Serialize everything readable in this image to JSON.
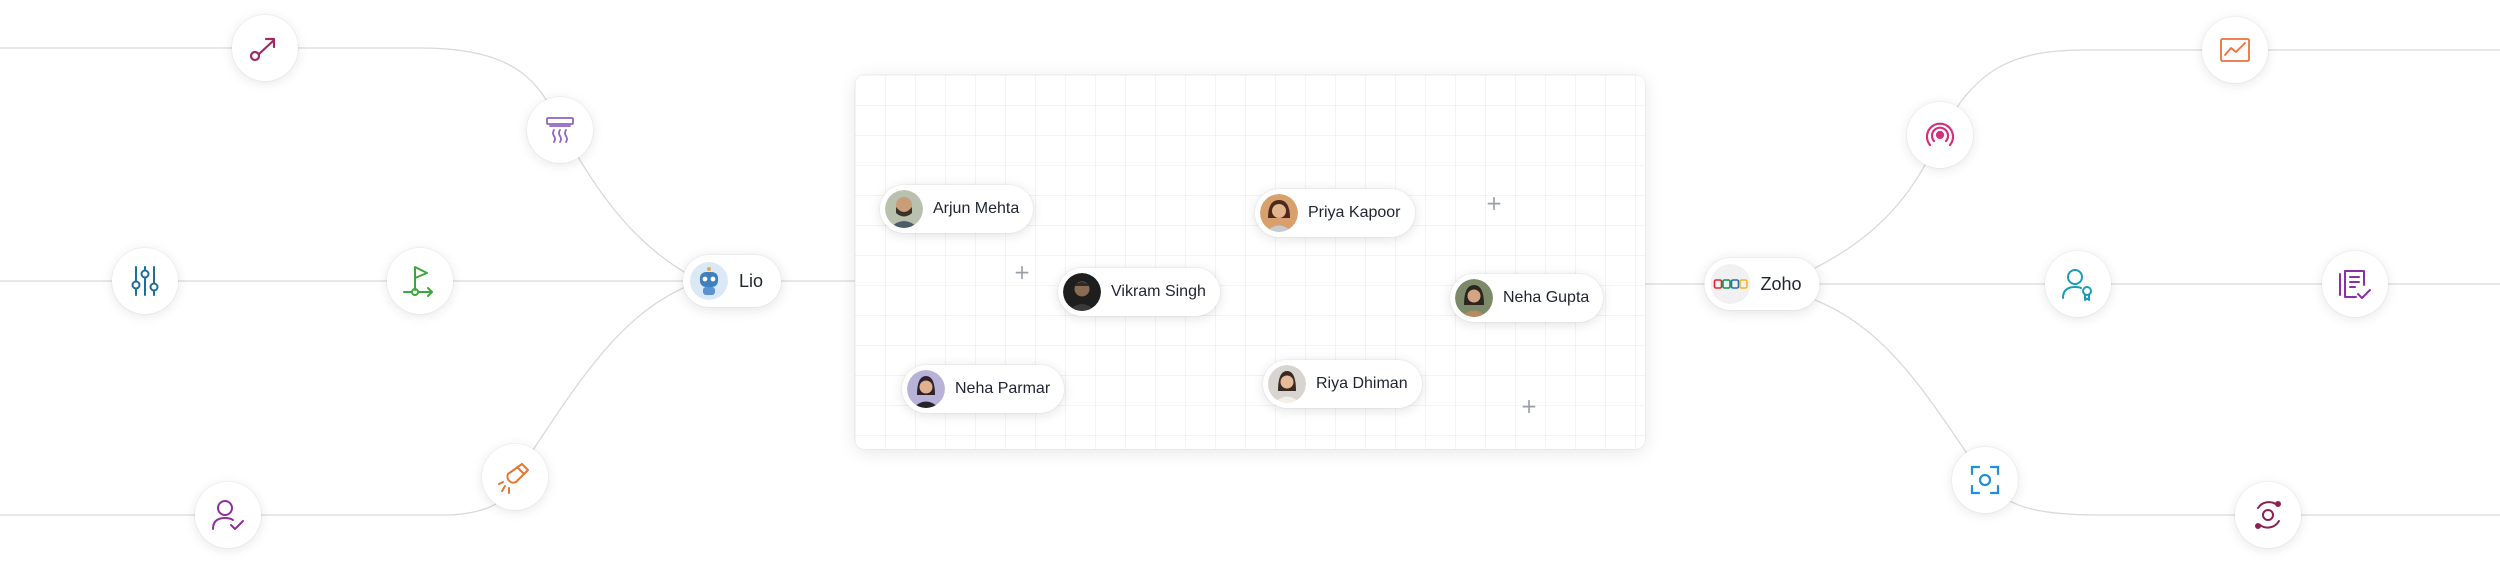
{
  "left_hub": {
    "label": "Lio",
    "icon": "robot-avatar-icon"
  },
  "right_hub": {
    "label": "Zoho",
    "icon": "zoho-logo-icon",
    "logo_colors": [
      "#e42527",
      "#089949",
      "#226db4",
      "#f9b21d"
    ]
  },
  "people": [
    {
      "name": "Arjun Mehta",
      "avatar": "man-beard-avatar"
    },
    {
      "name": "Priya Kapoor",
      "avatar": "woman-avatar"
    },
    {
      "name": "Vikram Singh",
      "avatar": "man-dark-avatar"
    },
    {
      "name": "Neha Gupta",
      "avatar": "woman-avatar"
    },
    {
      "name": "Neha Parmar",
      "avatar": "woman-avatar"
    },
    {
      "name": "Riya Dhiman",
      "avatar": "woman-avatar"
    }
  ],
  "left_icons": [
    {
      "name": "route-arrow-icon",
      "color": "#9c2c62"
    },
    {
      "name": "heater-icon",
      "color": "#8e63c7"
    },
    {
      "name": "sliders-icon",
      "color": "#1f6c9a"
    },
    {
      "name": "flag-route-icon",
      "color": "#3aa83a"
    },
    {
      "name": "magnet-icon",
      "color": "#e8762e"
    },
    {
      "name": "user-check-icon",
      "color": "#8e2f9c"
    }
  ],
  "right_icons": [
    {
      "name": "chart-window-icon",
      "color": "#ee6f3e"
    },
    {
      "name": "broadcast-icon",
      "color": "#d6307a"
    },
    {
      "name": "user-badge-icon",
      "color": "#1b9bb8"
    },
    {
      "name": "checklist-icon",
      "color": "#8b2fa4"
    },
    {
      "name": "focus-scan-icon",
      "color": "#1f8fe3"
    },
    {
      "name": "orbit-icon",
      "color": "#8c2050"
    }
  ]
}
